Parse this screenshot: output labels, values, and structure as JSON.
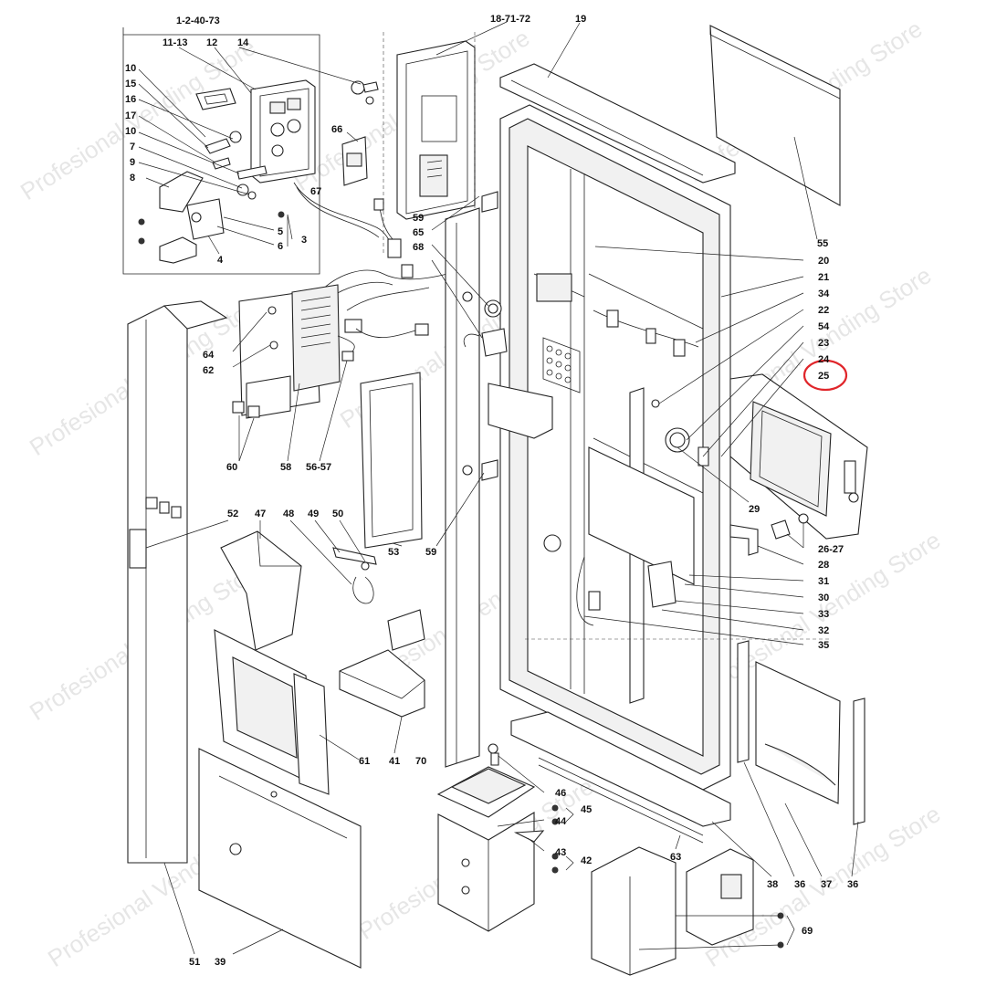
{
  "watermark": "Profesional Vending Store",
  "highlight": {
    "part": "25",
    "color": "#e0262b"
  },
  "labels": {
    "l_1_2_40_73": "1-2-40-73",
    "l_11_13": "11-13",
    "l_12": "12",
    "l_14": "14",
    "l_10a": "10",
    "l_15": "15",
    "l_16": "16",
    "l_17": "17",
    "l_10b": "10",
    "l_7": "7",
    "l_9": "9",
    "l_8": "8",
    "l_5": "5",
    "l_6": "6",
    "l_3": "3",
    "l_4": "4",
    "l_66": "66",
    "l_67": "67",
    "l_18_71_72": "18-71-72",
    "l_19": "19",
    "l_55": "55",
    "l_20": "20",
    "l_21": "21",
    "l_34": "34",
    "l_22": "22",
    "l_54": "54",
    "l_23": "23",
    "l_24": "24",
    "l_25": "25",
    "l_29": "29",
    "l_26_27": "26-27",
    "l_28": "28",
    "l_31": "31",
    "l_30": "30",
    "l_33": "33",
    "l_32": "32",
    "l_35": "35",
    "l_59a": "59",
    "l_65": "65",
    "l_68": "68",
    "l_64": "64",
    "l_62": "62",
    "l_60": "60",
    "l_58": "58",
    "l_56_57": "56-57",
    "l_53": "53",
    "l_59b": "59",
    "l_52": "52",
    "l_47": "47",
    "l_48": "48",
    "l_49": "49",
    "l_50": "50",
    "l_61": "61",
    "l_41": "41",
    "l_70": "70",
    "l_46": "46",
    "l_45": "45",
    "l_44": "44",
    "l_43": "43",
    "l_42": "42",
    "l_63": "63",
    "l_38": "38",
    "l_36a": "36",
    "l_37": "37",
    "l_36b": "36",
    "l_69": "69",
    "l_51": "51",
    "l_39": "39"
  }
}
